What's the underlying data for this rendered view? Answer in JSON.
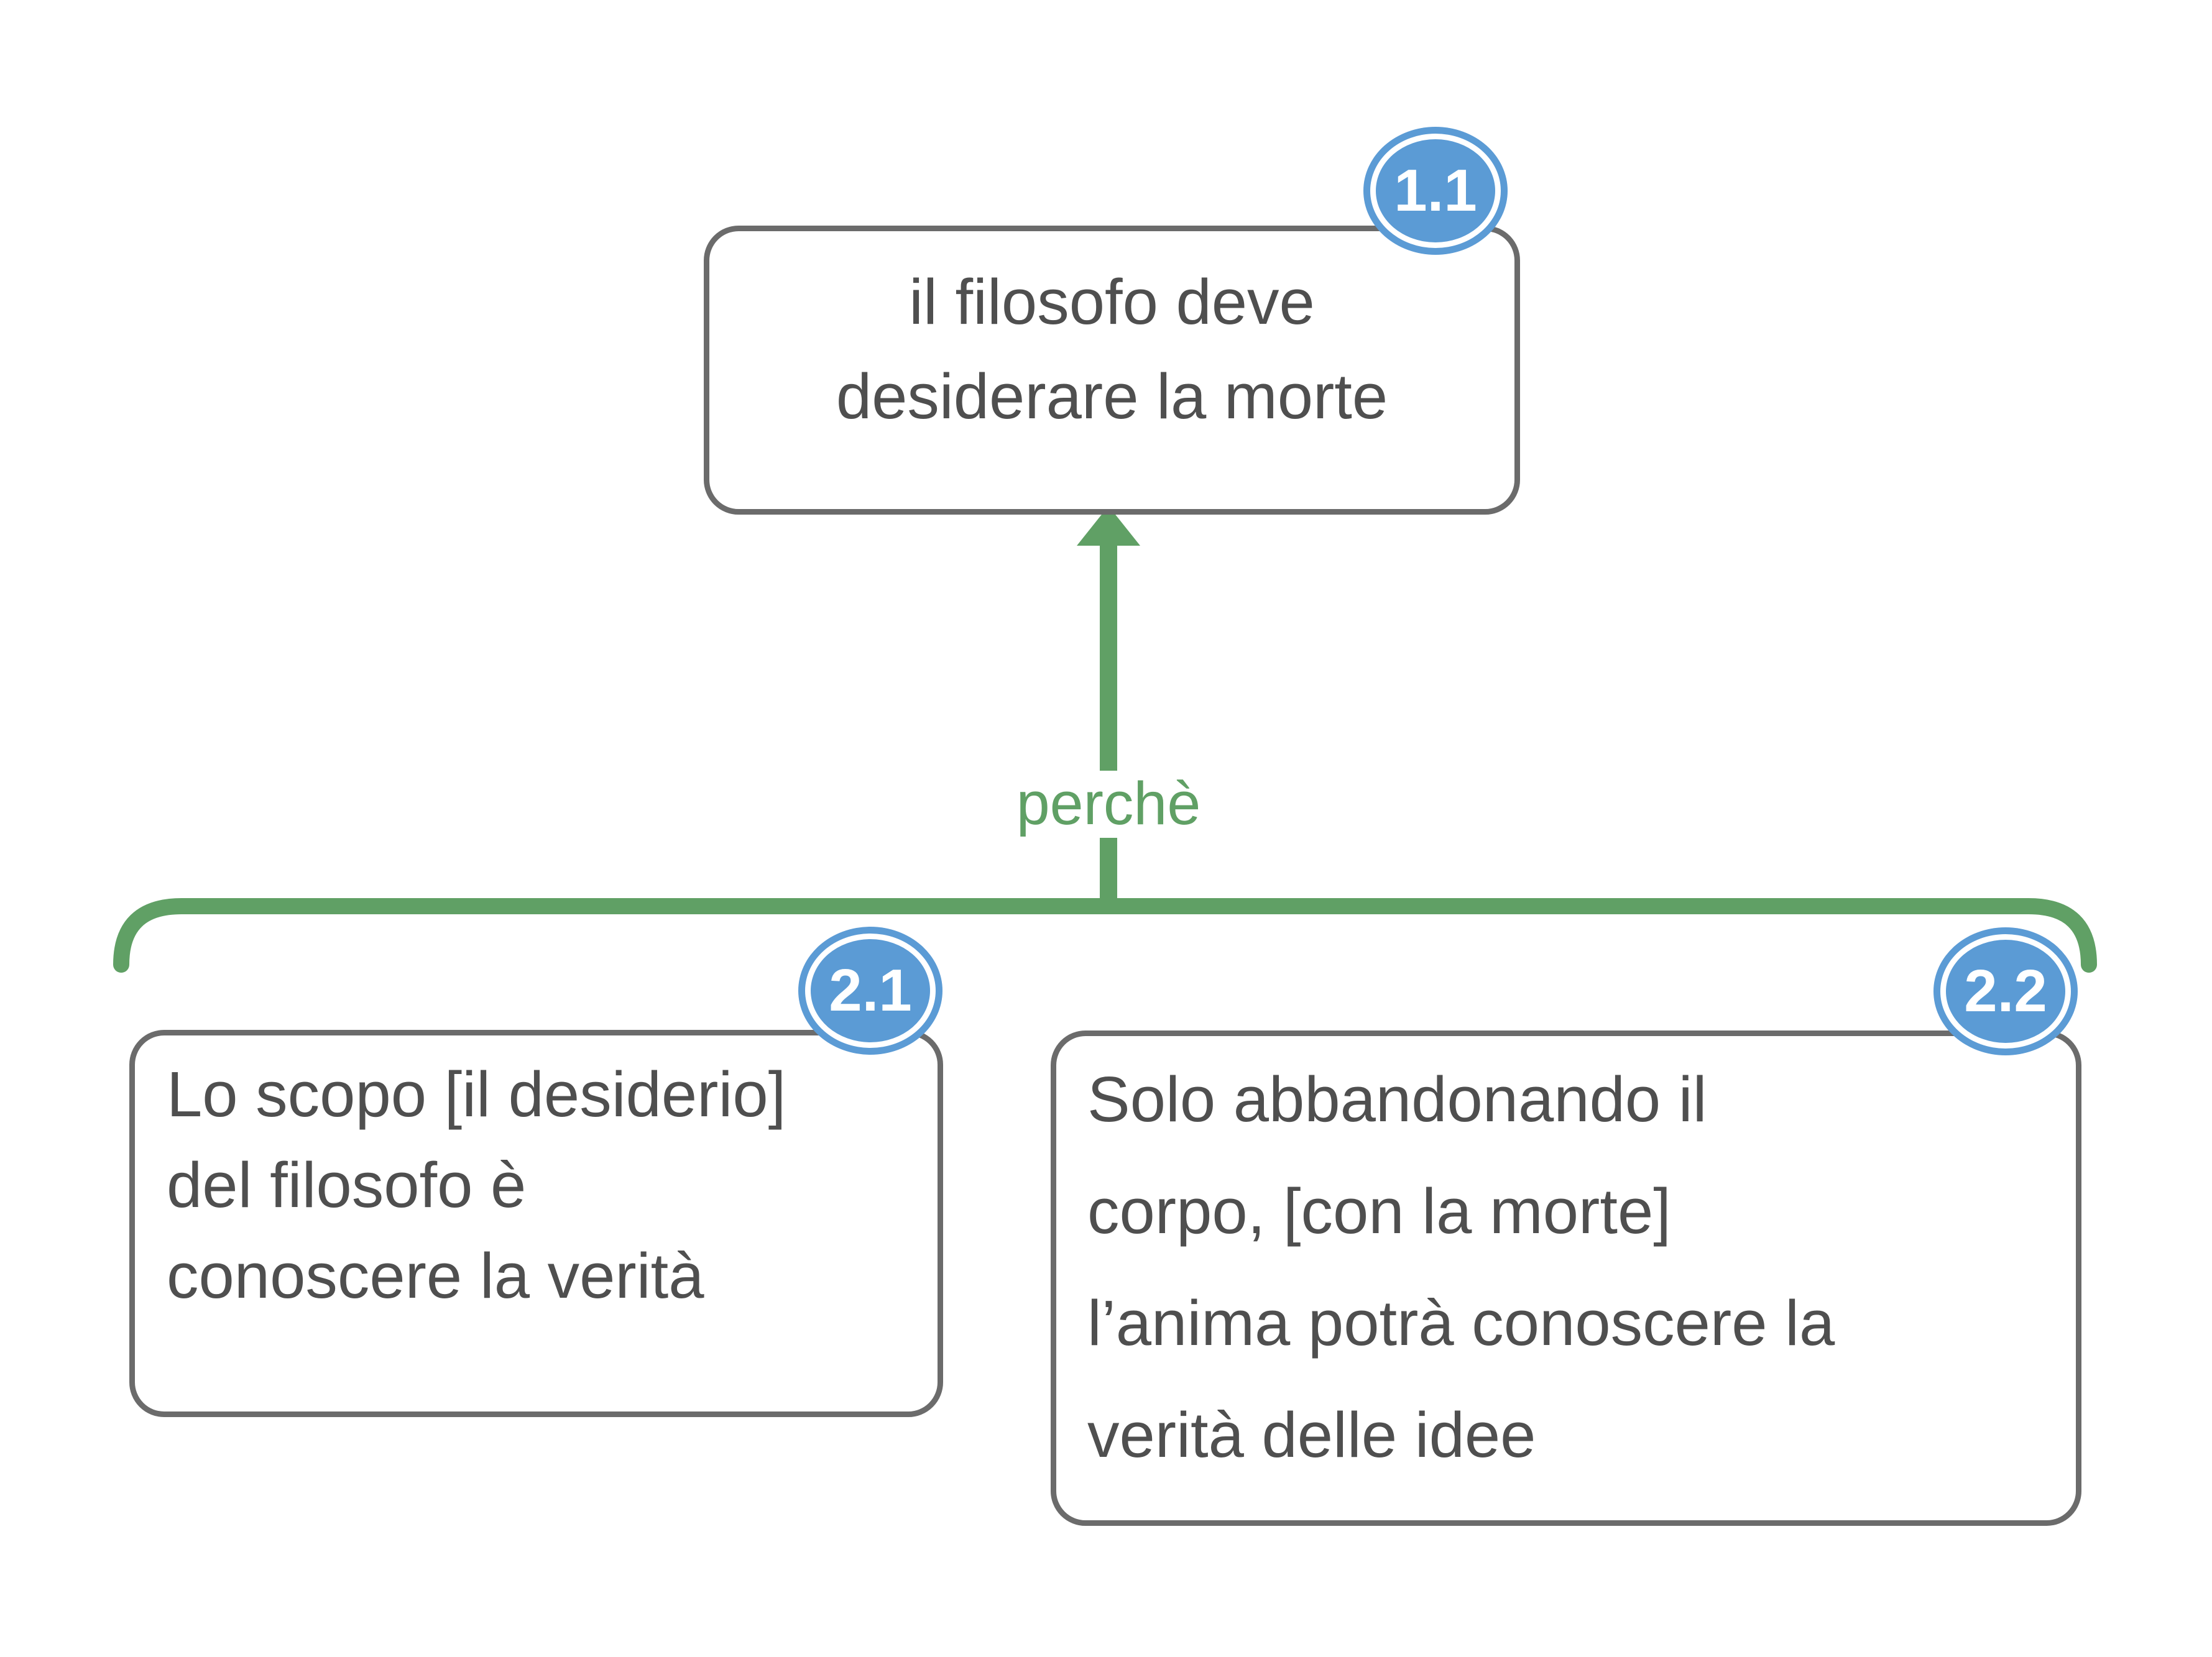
{
  "colors": {
    "green": "#60a065",
    "badge_blue": "#5b9bd5",
    "box_border_gray": "#6b6b6b",
    "text_gray": "#4f4f4f"
  },
  "root_box": {
    "badge": "1.1",
    "lines": [
      "il filosofo deve",
      "desiderare la morte"
    ]
  },
  "edge": {
    "label": "perchè"
  },
  "left_box": {
    "badge": "2.1",
    "lines": [
      "Lo scopo [il desiderio]",
      "del filosofo è",
      "conoscere la verità"
    ]
  },
  "right_box": {
    "badge": "2.2",
    "lines": [
      "Solo abbandonando il",
      "corpo, [con la morte]",
      "l’anima potrà conoscere la",
      "verità delle idee"
    ]
  }
}
